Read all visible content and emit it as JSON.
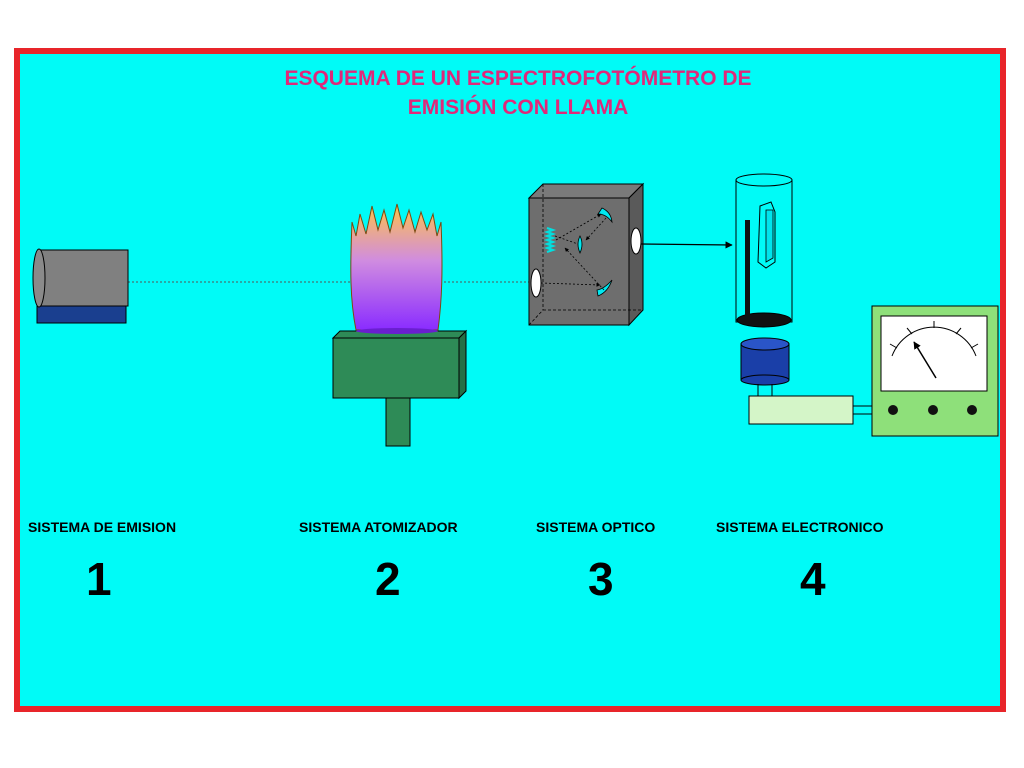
{
  "title": {
    "line1": "ESQUEMA DE UN ESPECTROFOTÓMETRO DE",
    "line2": "EMISIÓN CON LLAMA"
  },
  "systems": [
    {
      "label": "SISTEMA DE EMISION",
      "number": "1"
    },
    {
      "label": "SISTEMA ATOMIZADOR",
      "number": "2"
    },
    {
      "label": "SISTEMA OPTICO",
      "number": "3"
    },
    {
      "label": "SISTEMA ELECTRONICO",
      "number": "4"
    }
  ],
  "colors": {
    "background": "#00fbf7",
    "border": "#e8252a",
    "title": "#e0287a",
    "lamp_body": "#808080",
    "lamp_base": "#1a3f8f",
    "burner": "#2e8b57",
    "monochromator": "#6e6e6e",
    "detector_base": "#1a3fa8",
    "meter": "#8ee07a"
  }
}
